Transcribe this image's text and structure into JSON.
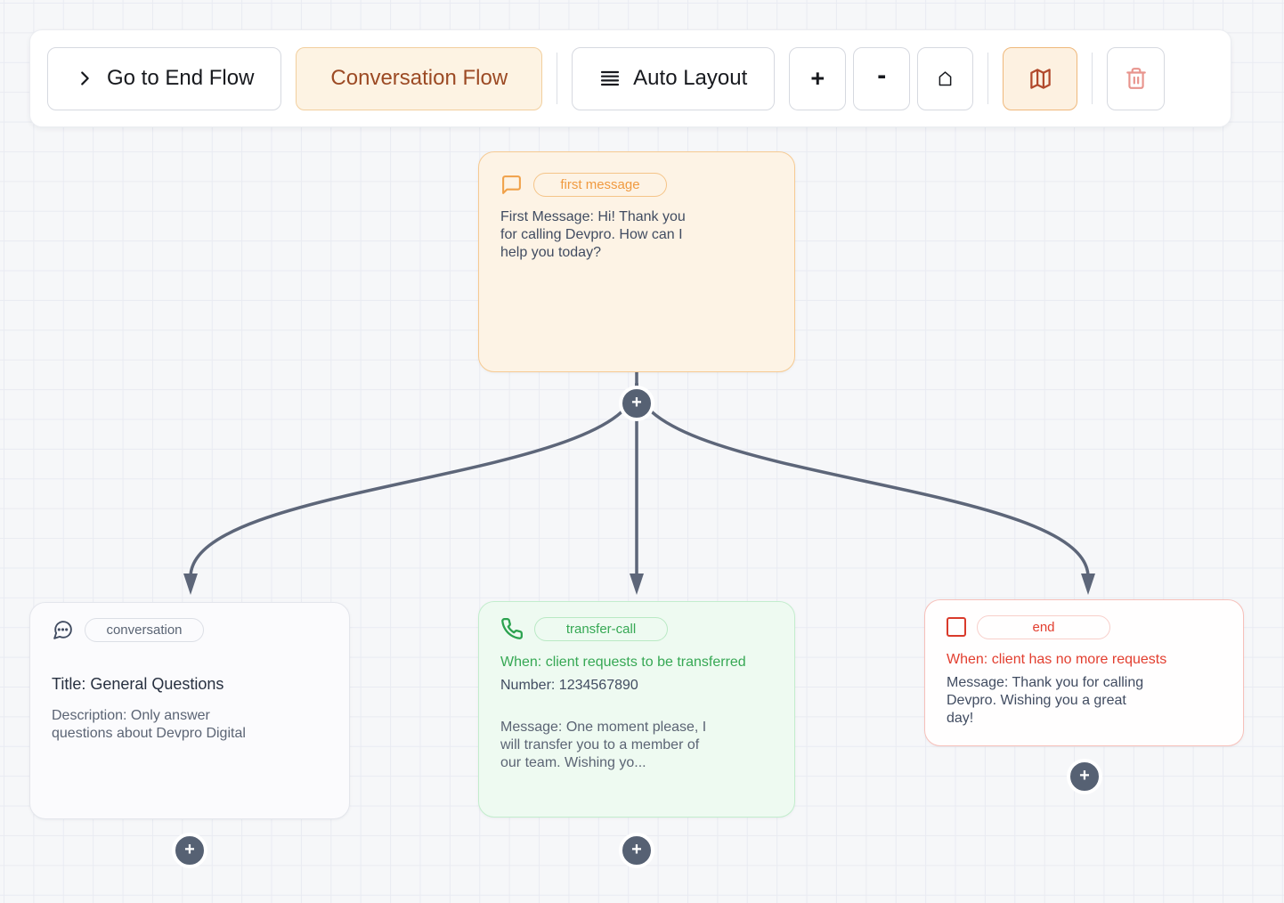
{
  "toolbar": {
    "go_to_end_flow_label": "Go to End Flow",
    "conversation_flow_label": "Conversation Flow",
    "auto_layout_label": "Auto Layout",
    "zoom_in_label": "+",
    "zoom_out_label": "-"
  },
  "canvas": {
    "add_node_glyph": "+"
  },
  "nodes": {
    "first_message": {
      "type_badge": "first message",
      "body": "First Message: Hi! Thank you for calling Devpro. How can I help you today?"
    },
    "conversation": {
      "type_badge": "conversation",
      "title": "Title: General Questions",
      "description": "Description: Only answer questions about Devpro Digital"
    },
    "transfer_call": {
      "type_badge": "transfer-call",
      "when": "When: client requests to be transferred",
      "number": "Number: 1234567890",
      "message": "Message: One moment please, I will transfer you to a member of our team. Wishing yo..."
    },
    "end": {
      "type_badge": "end",
      "when": "When: client has no more requests",
      "message": "Message: Thank you for calling Devpro. Wishing you a great day!"
    }
  },
  "colors": {
    "canvas_bg": "#f6f7f9",
    "grid_line": "#e9ebf2",
    "edge": "#5d6679",
    "plus_button_bg": "#566173",
    "orange_accent": "#f09a40",
    "orange_node_bg": "#fdf3e5",
    "orange_node_border": "#f6ca92",
    "toolbar_active_bg": "#fdf3e3",
    "toolbar_active_border": "#f2cf9e",
    "toolbar_active_text": "#9c4a24",
    "green_accent": "#36a854",
    "green_node_bg": "#eefaf1",
    "green_node_border": "#c3edcd",
    "red_accent": "#e23e2f",
    "red_node_border": "#f7c0ba",
    "map_icon": "#b1492c",
    "trash_icon": "#e8948d",
    "slate_text_dark": "#414c61",
    "slate_text_gray": "#5b6474"
  }
}
